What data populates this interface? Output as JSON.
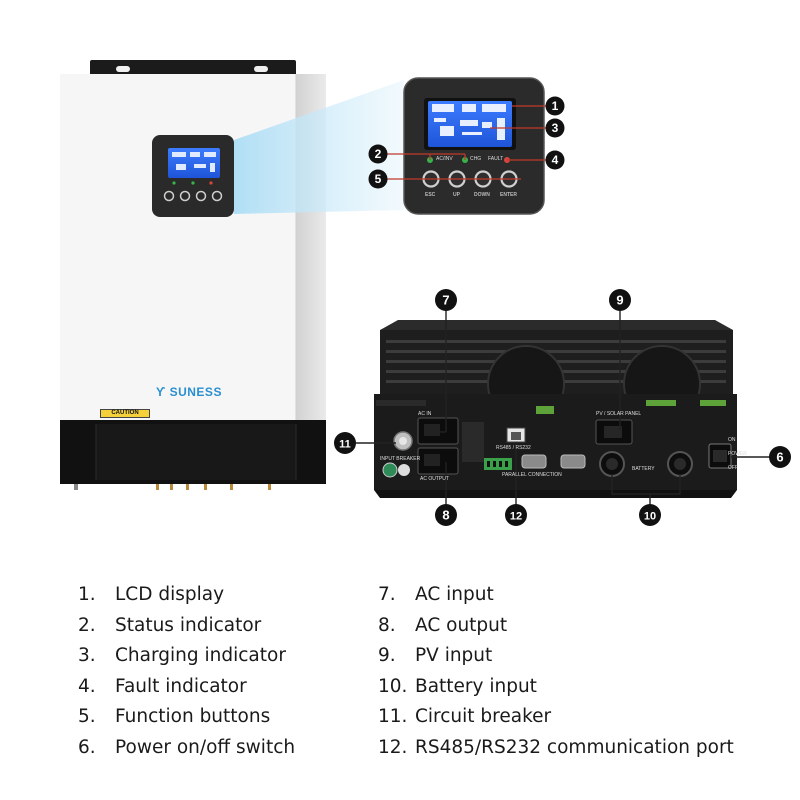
{
  "brand": {
    "name": "SUNESS",
    "logo_glyph": "ϒ"
  },
  "caution_label": "CAUTION",
  "panel_buttons": [
    "ESC",
    "UP",
    "DOWN",
    "ENTER"
  ],
  "panel_indicators": [
    "AC/INV",
    "CHG",
    "FAULT"
  ],
  "rear_labels": {
    "ac_input": "AC IN",
    "ac_output": "AC OUTPUT",
    "input_breaker": "INPUT BREAKER",
    "rs485": "RS485 / RS232",
    "parallel": "PARALLEL CONNECTION",
    "pv": "PV / SOLAR PANEL",
    "battery": "BATTERY",
    "power_on": "ON",
    "power": "POWER",
    "power_off": "OFF"
  },
  "callouts": [
    "1",
    "2",
    "3",
    "4",
    "5",
    "6",
    "7",
    "8",
    "9",
    "10",
    "11",
    "12"
  ],
  "legend": [
    {
      "num": "1.",
      "text": "LCD display"
    },
    {
      "num": "2.",
      "text": "Status indicator"
    },
    {
      "num": "3.",
      "text": "Charging indicator"
    },
    {
      "num": "4.",
      "text": "Fault indicator"
    },
    {
      "num": "5.",
      "text": "Function buttons"
    },
    {
      "num": "6.",
      "text": "Power on/off switch"
    },
    {
      "num": "7.",
      "text": "AC input"
    },
    {
      "num": "8.",
      "text": "AC output"
    },
    {
      "num": "9.",
      "text": "PV input"
    },
    {
      "num": "10.",
      "text": "Battery input"
    },
    {
      "num": "11.",
      "text": "Circuit breaker"
    },
    {
      "num": "12.",
      "text": "RS485/RS232 communication port"
    }
  ],
  "colors": {
    "casing": "#f4f4f4",
    "casing_shade": "#dcdcdc",
    "base": "#111111",
    "lcd_blue": "#2f6ff0",
    "beam": "#bfe6f7",
    "callout_line_red": "#c0392b",
    "callout_badge": "#111111",
    "brand_blue": "#2a8fd0",
    "led_green": "#36b34a",
    "led_red": "#d6463c"
  }
}
